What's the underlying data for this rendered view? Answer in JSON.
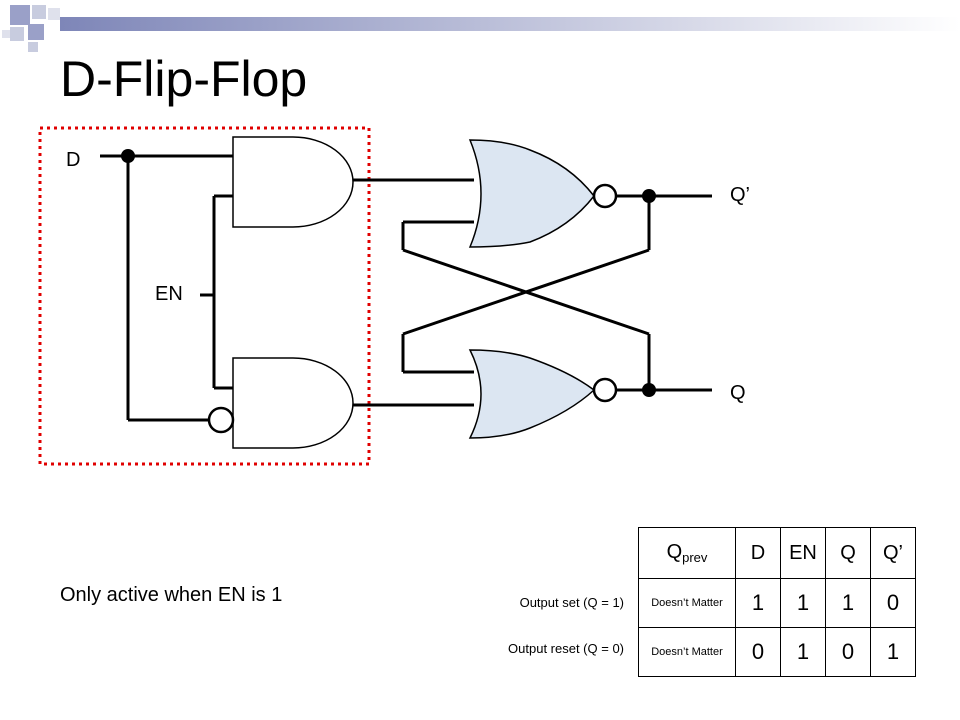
{
  "title": "D-Flip-Flop",
  "labels": {
    "d": "D",
    "en": "EN",
    "q_bar": "Q’",
    "q": "Q"
  },
  "note": "Only active when EN is 1",
  "colors": {
    "or_fill": "#dce6f2",
    "enable_box": "#e00000",
    "deco_dark": "#9aa0c8",
    "deco_light": "#c8ccdf"
  },
  "truth_table": {
    "headers": {
      "qprev_main": "Q",
      "qprev_sub": "prev",
      "d": "D",
      "en": "EN",
      "q": "Q",
      "q_bar": "Q’"
    },
    "rows": [
      {
        "label": "Output set (Q = 1)",
        "qprev": "Doesn’t Matter",
        "d": "1",
        "en": "1",
        "q": "1",
        "q_bar": "0"
      },
      {
        "label": "Output reset (Q = 0)",
        "qprev": "Doesn’t Matter",
        "d": "0",
        "en": "1",
        "q": "0",
        "q_bar": "1"
      }
    ]
  }
}
